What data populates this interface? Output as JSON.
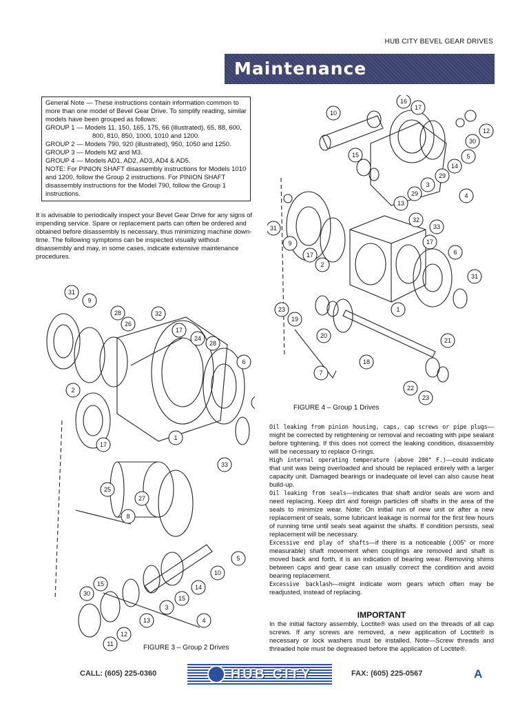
{
  "header": {
    "brand": "HUB CITY BEVEL GEAR DRIVES",
    "title": "Maintenance Instructions"
  },
  "general_note": {
    "label": "General Note —",
    "text": " These instructions contain information common to more than one model of Bevel Gear Drive. To simplify reading, similar models have been grouped as follows:",
    "group1_line1": "GROUP 1 — Models 11, 150, 165, 175, 66 (illustrated), 65, 88, 600,",
    "group1_line2": "800, 810, 850, 1000, 1010 and 1200.",
    "group2": "GROUP 2 — Models 790, 920 (illustrated), 950, 1050 and 1250.",
    "group3": "GROUP 3 — Models M2 and M3.",
    "group4": "GROUP 4 — Models AD1, AD2, AD3, AD4 & AD5.",
    "note": "NOTE: For PINION SHAFT disassembly instructions for Models 1010 and 1200, follow the Group 2 instructions. For PINION SHAFT disassembly instructions for the Model 790, follow the Group 1 instructions."
  },
  "intro": "It is advisable to periodically inspect your Bevel Gear Drive for any signs of impending service. Spare or replacement parts can often be ordered and obtained before disassembly is necessary, thus minimizing machine down-time. The following symptoms can be inspected visually without disassembly and may, in some cases, indicate extensive maintenance procedures.",
  "figure4": {
    "caption": "FIGURE 4 – Group 1 Drives",
    "callouts": [
      "10",
      "16",
      "17",
      "12",
      "30",
      "5",
      "15",
      "14",
      "29",
      "3",
      "29",
      "13",
      "4",
      "31",
      "9",
      "32",
      "33",
      "17",
      "17",
      "6",
      "2",
      "31",
      "23",
      "19",
      "1",
      "20",
      "21",
      "18",
      "7",
      "22",
      "23"
    ]
  },
  "figure3": {
    "caption": "FIGURE 3 – Group 2 Drives",
    "callouts": [
      "31",
      "9",
      "28",
      "26",
      "32",
      "17",
      "24",
      "28",
      "6",
      "2",
      "31",
      "17",
      "1",
      "33",
      "25",
      "27",
      "8",
      "5",
      "10",
      "15",
      "30",
      "14",
      "15",
      "3",
      "13",
      "4",
      "12",
      "11"
    ]
  },
  "symptoms": [
    {
      "heading": "Oil leaking from pinion housing, caps, cap screws or pipe plugs",
      "text": "—might be corrected by retightening or removal and recoating with pipe sealant before tightening. If this does not correct the leaking condition, disassembly will be necessary to replace O-rings."
    },
    {
      "heading": "High internal operating temperature (above 200° F.)",
      "text": "—could indicate that unit was being overloaded and should be replaced entirely with a larger capacity unit. Damaged bearings or inadequate oil level can also cause heat build-up."
    },
    {
      "heading": "Oil leaking from seals",
      "text": "—indicates that shaft and/or seals are worn and need replacing. Keep dirt and foreign particles off shafts in the area of the seals to minimize wear. Note: On initial run of new unit or after a new replacement of seals, some lubricant leakage is normal for the first few hours of running time until seals seat against the shafts. If condition persists, seal replacement will be necessary."
    },
    {
      "heading": "Excessive end play of shafts",
      "text": "—if there is a noticeable (.005\" or more measurable) shaft movement when couplings are removed and shaft is moved back and forth, it is an indication of bearing wear. Removing shims between caps and gear case can usually correct the condition and avoid bearing replacement."
    },
    {
      "heading": "Excessive backlash",
      "text": "—might indicate worn gears which often may be readjusted, instead of replacing."
    }
  ],
  "important": {
    "title": "IMPORTANT",
    "text": "In the initial factory assembly, Loctite® was used on the threads of all cap screws. If any screws are removed, a new application of Loctite® is necessary or lock washers must be installed. Note—Screw threads and threaded hole must be degreased before the application of Loctite®."
  },
  "footer": {
    "call": "CALL: (605) 225-0360",
    "logo": "HUB CITY",
    "fax": "FAX: (605) 225-0567",
    "page": "A"
  }
}
